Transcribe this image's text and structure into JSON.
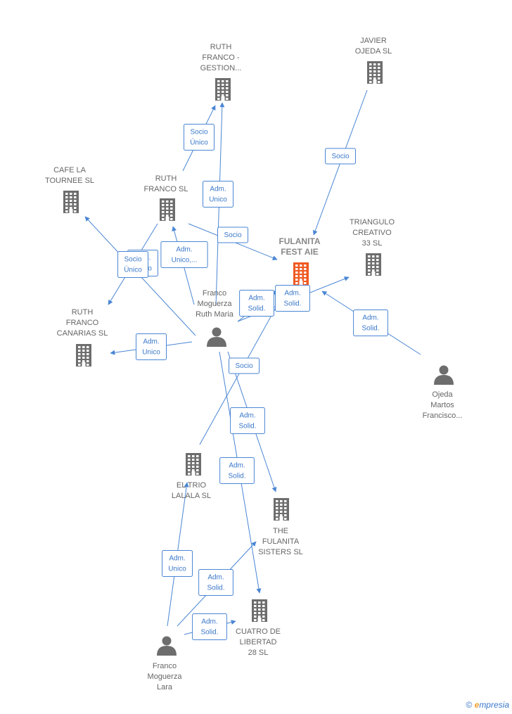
{
  "colors": {
    "edge": "#4a86d4",
    "company": "#6d6d6d",
    "focus_company": "#f05a22",
    "person": "#6d6d6d"
  },
  "nodes": [
    {
      "id": "ruth_gestion",
      "type": "company",
      "lines": [
        "RUTH",
        "FRANCO -",
        "GESTION..."
      ]
    },
    {
      "id": "javier",
      "type": "company",
      "lines": [
        "JAVIER",
        "OJEDA  SL"
      ]
    },
    {
      "id": "cafe",
      "type": "company",
      "lines": [
        "CAFE LA",
        "TOURNEE SL"
      ]
    },
    {
      "id": "ruth_sl",
      "type": "company",
      "lines": [
        "RUTH",
        "FRANCO SL"
      ]
    },
    {
      "id": "fulanita_aie",
      "type": "company",
      "focus": true,
      "lines": [
        "FULANITA",
        "FEST AIE"
      ]
    },
    {
      "id": "triangulo",
      "type": "company",
      "lines": [
        "TRIANGULO",
        "CREATIVO",
        "33  SL"
      ]
    },
    {
      "id": "ruth_canarias",
      "type": "company",
      "lines": [
        "RUTH",
        "FRANCO",
        "CANARIAS  SL"
      ]
    },
    {
      "id": "franco_ruth",
      "type": "person",
      "lines": [
        "Franco",
        "Moguerza",
        "Ruth Maria"
      ]
    },
    {
      "id": "ojeda",
      "type": "person",
      "lines": [
        "Ojeda",
        "Martos",
        "Francisco..."
      ]
    },
    {
      "id": "trio",
      "type": "company",
      "lines": [
        "EL TRIO",
        "LALALA  SL"
      ]
    },
    {
      "id": "sisters",
      "type": "company",
      "lines": [
        "THE",
        "FULANITA",
        "SISTERS  SL"
      ]
    },
    {
      "id": "cuatro",
      "type": "company",
      "lines": [
        "CUATRO DE",
        "LIBERTAD",
        "28  SL"
      ]
    },
    {
      "id": "franco_lara",
      "type": "person",
      "lines": [
        "Franco",
        "Moguerza",
        "Lara"
      ]
    }
  ],
  "edges": [
    {
      "from": "ruth_sl",
      "to": "ruth_gestion",
      "lines": [
        "Socio",
        "Único"
      ]
    },
    {
      "from": "franco_ruth",
      "to": "ruth_gestion",
      "lines": [
        "Adm.",
        "Unico"
      ]
    },
    {
      "from": "javier",
      "to": "fulanita_aie",
      "lines": [
        "Socio"
      ]
    },
    {
      "from": "ruth_sl",
      "to": "fulanita_aie",
      "lines": [
        "Socio"
      ]
    },
    {
      "from": "franco_ruth",
      "to": "ruth_sl",
      "lines": [
        "Adm.",
        "Unico,..."
      ]
    },
    {
      "from": "franco_ruth",
      "to": "cafe",
      "lines": [
        "Adm.",
        "Unico"
      ]
    },
    {
      "from": "ruth_sl",
      "to": "ruth_canarias",
      "lines": [
        "Socio",
        "Único"
      ]
    },
    {
      "from": "franco_ruth",
      "to": "fulanita_aie",
      "lines": [
        "Adm.",
        "Solid."
      ]
    },
    {
      "from": "franco_ruth",
      "to": "triangulo",
      "lines": [
        "Adm.",
        "Solid."
      ]
    },
    {
      "from": "ojeda",
      "to": "triangulo",
      "lines": [
        "Adm.",
        "Solid."
      ]
    },
    {
      "from": "franco_ruth",
      "to": "ruth_canarias",
      "lines": [
        "Adm.",
        "Unico"
      ]
    },
    {
      "from": "trio",
      "to": "fulanita_aie",
      "lines": [
        "Socio"
      ]
    },
    {
      "from": "franco_ruth",
      "to": "sisters",
      "lines": [
        "Adm.",
        "Solid."
      ]
    },
    {
      "from": "franco_ruth",
      "to": "cuatro",
      "lines": [
        "Adm.",
        "Solid."
      ]
    },
    {
      "from": "franco_lara",
      "to": "trio",
      "lines": [
        "Adm.",
        "Unico"
      ]
    },
    {
      "from": "franco_lara",
      "to": "sisters",
      "lines": [
        "Adm.",
        "Solid."
      ]
    },
    {
      "from": "franco_lara",
      "to": "cuatro",
      "lines": [
        "Adm.",
        "Solid."
      ]
    }
  ],
  "footer": {
    "copyright": "©",
    "brand_initial": "e",
    "brand_rest": "mpresia"
  }
}
